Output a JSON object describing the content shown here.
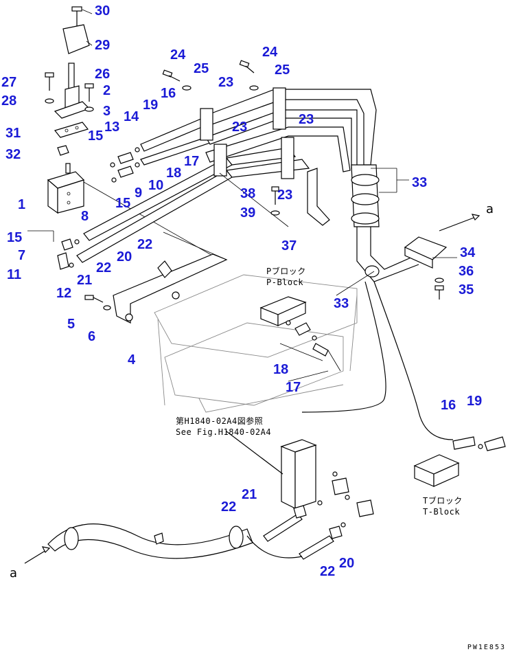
{
  "callouts": [
    {
      "id": "c30",
      "text": "30"
    },
    {
      "id": "c29",
      "text": "29"
    },
    {
      "id": "c27",
      "text": "27"
    },
    {
      "id": "c26",
      "text": "26"
    },
    {
      "id": "c2",
      "text": "2"
    },
    {
      "id": "c28",
      "text": "28"
    },
    {
      "id": "c3",
      "text": "3"
    },
    {
      "id": "c31",
      "text": "31"
    },
    {
      "id": "c32",
      "text": "32"
    },
    {
      "id": "c15a",
      "text": "15"
    },
    {
      "id": "c13",
      "text": "13"
    },
    {
      "id": "c14",
      "text": "14"
    },
    {
      "id": "c19a",
      "text": "19"
    },
    {
      "id": "c16a",
      "text": "16"
    },
    {
      "id": "c24a",
      "text": "24"
    },
    {
      "id": "c25a",
      "text": "25"
    },
    {
      "id": "c23a",
      "text": "23"
    },
    {
      "id": "c24b",
      "text": "24"
    },
    {
      "id": "c25b",
      "text": "25"
    },
    {
      "id": "c23b",
      "text": "23"
    },
    {
      "id": "c23c",
      "text": "23"
    },
    {
      "id": "c17a",
      "text": "17"
    },
    {
      "id": "c18a",
      "text": "18"
    },
    {
      "id": "c10",
      "text": "10"
    },
    {
      "id": "c9",
      "text": "9"
    },
    {
      "id": "c15b",
      "text": "15"
    },
    {
      "id": "c1",
      "text": "1"
    },
    {
      "id": "c8",
      "text": "8"
    },
    {
      "id": "c15c",
      "text": "15"
    },
    {
      "id": "c7",
      "text": "7"
    },
    {
      "id": "c11",
      "text": "11"
    },
    {
      "id": "c12",
      "text": "12"
    },
    {
      "id": "c21a",
      "text": "21"
    },
    {
      "id": "c22a",
      "text": "22"
    },
    {
      "id": "c20a",
      "text": "20"
    },
    {
      "id": "c22b",
      "text": "22"
    },
    {
      "id": "c38",
      "text": "38"
    },
    {
      "id": "c23d",
      "text": "23"
    },
    {
      "id": "c39",
      "text": "39"
    },
    {
      "id": "c37",
      "text": "37"
    },
    {
      "id": "c33a",
      "text": "33"
    },
    {
      "id": "c34",
      "text": "34"
    },
    {
      "id": "c36",
      "text": "36"
    },
    {
      "id": "c35",
      "text": "35"
    },
    {
      "id": "c33b",
      "text": "33"
    },
    {
      "id": "c5",
      "text": "5"
    },
    {
      "id": "c6",
      "text": "6"
    },
    {
      "id": "c4",
      "text": "4"
    },
    {
      "id": "c18b",
      "text": "18"
    },
    {
      "id": "c17b",
      "text": "17"
    },
    {
      "id": "c16b",
      "text": "16"
    },
    {
      "id": "c19b",
      "text": "19"
    },
    {
      "id": "c21b",
      "text": "21"
    },
    {
      "id": "c22c",
      "text": "22"
    },
    {
      "id": "c22d",
      "text": "22"
    },
    {
      "id": "c20b",
      "text": "20"
    }
  ],
  "notes": {
    "p_block_jp": "Pブロック",
    "p_block_en": "P-Block",
    "see_fig_jp": "第H1840-02A4図参照",
    "see_fig_en": "See Fig.H1840-02A4",
    "t_block_jp": "Tブロック",
    "t_block_en": "T-Block"
  },
  "arrows": {
    "a_right": "a",
    "a_left": "a"
  },
  "drawing_code": "PW1E853",
  "colors": {
    "callout": "#1a1ad6",
    "line": "#000000"
  }
}
